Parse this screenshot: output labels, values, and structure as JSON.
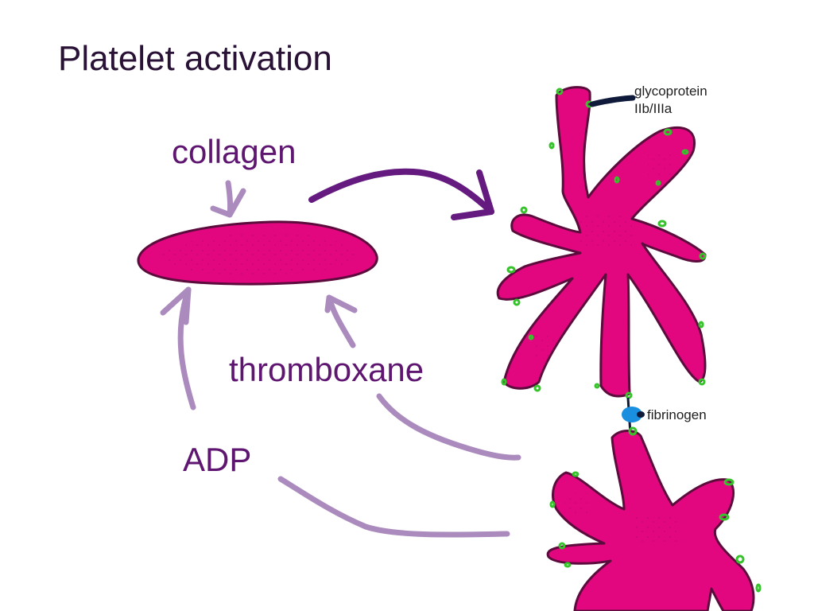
{
  "slide": {
    "title": "Platelet activation",
    "colors": {
      "platelet_fill": "#e2077f",
      "platelet_outline": "#5b0c3c",
      "receptor_green": "#35c22a",
      "glycoprotein_stroke": "#0f1a3a",
      "fibrinogen_blue": "#1a8fe0",
      "activation_arrow": "#651a80",
      "feedback_arrow": "#ab8bbd",
      "label_purple": "#5e1670",
      "title_color": "#2a1236"
    },
    "labels": {
      "agonists": {
        "collagen": "collagen",
        "thromboxane": "thromboxane",
        "adp": "ADP"
      },
      "structures": {
        "glycoprotein": "glycoprotein\nIIb/IIIa",
        "glycoprotein_line1": "glycoprotein",
        "glycoprotein_line2": "IIb/IIIa",
        "fibrinogen": "fibrinogen"
      }
    },
    "elements": {
      "resting_platelet": "resting platelet (disc shape)",
      "activated_platelet_top": "activated platelet with pseudopods",
      "activated_platelet_bottom": "activated platelet with pseudopods",
      "activation_arrow": "resting to activated transition",
      "feedback_arrows": [
        "collagen stimulates resting platelet",
        "thromboxane released by activated platelet",
        "ADP released by activated platelet"
      ]
    }
  }
}
